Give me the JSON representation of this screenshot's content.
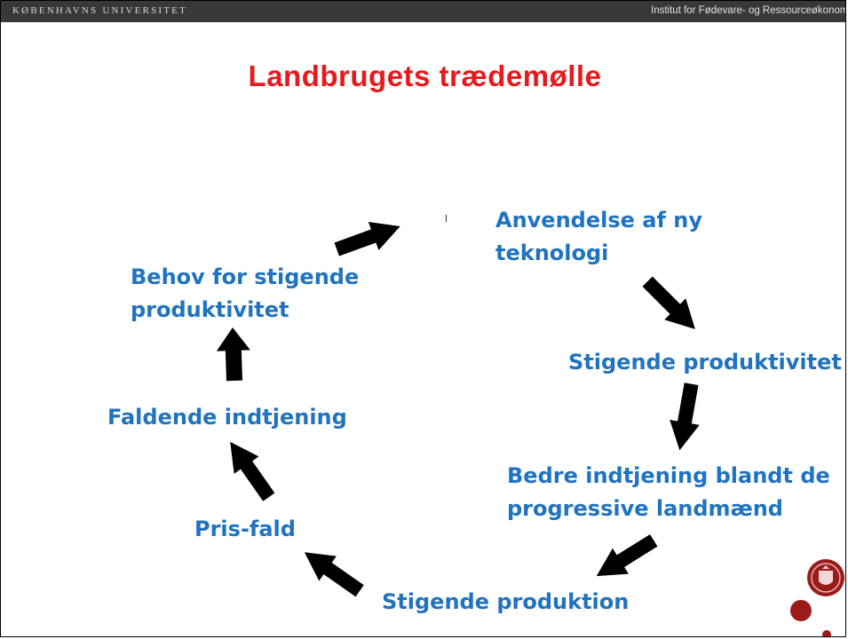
{
  "header": {
    "university": "KØBENHAVNS UNIVERSITET",
    "institute": "Institut for Fødevare- og Ressourceøkonomi"
  },
  "slide": {
    "title": "Landbrugets trædemølle"
  },
  "cycle": {
    "nodes": [
      {
        "line1": "Anvendelse af ny",
        "line2": "teknologi"
      },
      {
        "line1": "Stigende produktivitet"
      },
      {
        "line1": "Bedre indtjening blandt de",
        "line2": "progressive landmænd"
      },
      {
        "line1": "Stigende produktion"
      },
      {
        "line1": "Pris-fald"
      },
      {
        "line1": "Faldende indtjening"
      },
      {
        "line1": "Behov for stigende",
        "line2": "produktivitet"
      }
    ]
  },
  "colors": {
    "title": "#e8191c",
    "node_text": "#1f73c0",
    "header_bg": "#383838",
    "arrow": "#000000",
    "accent_line": "#9b1b1b"
  },
  "icons": [
    "university-seal-icon",
    "arrow-icon"
  ]
}
